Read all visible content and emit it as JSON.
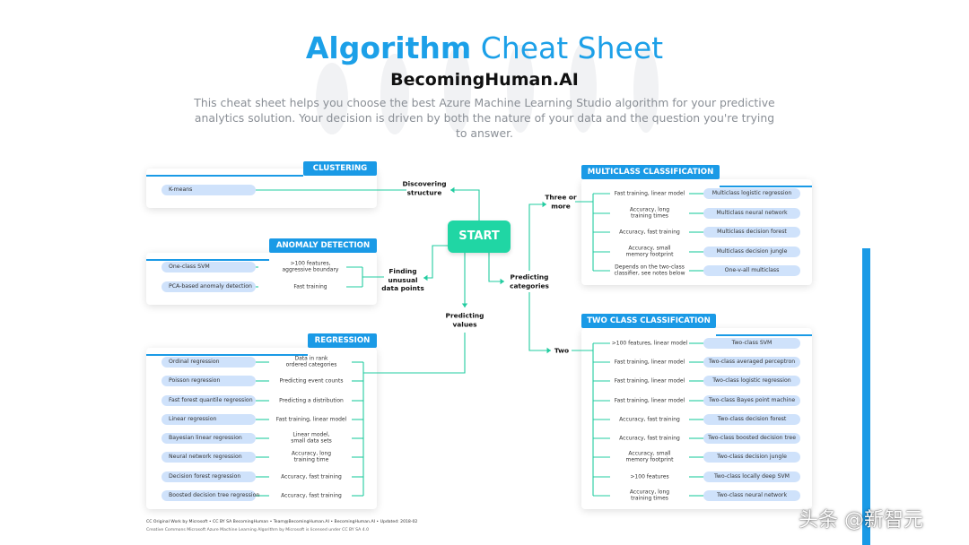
{
  "title_bold": "Algorithm",
  "title_light": " Cheat Sheet",
  "brand": "BecomingHuman.AI",
  "description": "This cheat sheet helps you choose the best Azure Machine Learning Studio algorithm for your predictive analytics solution. Your decision is driven by both the nature of your data and the question you're trying to answer.",
  "start_label": "START",
  "nodes": {
    "discovering": "Discovering\nstructure",
    "anomaly": "Finding\nunusual\ndata points",
    "values": "Predicting\nvalues",
    "categories": "Predicting\ncategories",
    "three": "Three or\nmore",
    "two": "Two"
  },
  "clustering": {
    "header": "CLUSTERING",
    "rows": [
      {
        "algo": "K-means",
        "cond": ""
      }
    ]
  },
  "anomaly_detection": {
    "header": "ANOMALY DETECTION",
    "rows": [
      {
        "algo": "One-class SVM",
        "cond": ">100 features,\naggressive boundary"
      },
      {
        "algo": "PCA-based anomaly detection",
        "cond": "Fast training"
      }
    ]
  },
  "regression": {
    "header": "REGRESSION",
    "rows": [
      {
        "algo": "Ordinal regression",
        "cond": "Data in rank\nordered categories"
      },
      {
        "algo": "Poisson regression",
        "cond": "Predicting event counts"
      },
      {
        "algo": "Fast forest quantile regression",
        "cond": "Predicting a distribution"
      },
      {
        "algo": "Linear regression",
        "cond": "Fast training, linear model"
      },
      {
        "algo": "Bayesian linear regression",
        "cond": "Linear model,\nsmall data sets"
      },
      {
        "algo": "Neural network regression",
        "cond": "Accuracy, long\ntraining time"
      },
      {
        "algo": "Decision forest regression",
        "cond": "Accuracy, fast training"
      },
      {
        "algo": "Boosted decision tree regression",
        "cond": "Accuracy, fast training"
      }
    ]
  },
  "multiclass": {
    "header": "MULTICLASS CLASSIFICATION",
    "rows": [
      {
        "cond": "Fast training, linear model",
        "algo": "Multiclass logistic regression"
      },
      {
        "cond": "Accuracy, long\ntraining times",
        "algo": "Multiclass neural network"
      },
      {
        "cond": "Accuracy, fast training",
        "algo": "Multiclass decision forest"
      },
      {
        "cond": "Accuracy, small\nmemory footprint",
        "algo": "Multiclass decision jungle"
      },
      {
        "cond": "Depends on the two-class\nclassifier, see notes below",
        "algo": "One-v-all multiclass"
      }
    ]
  },
  "twoclass": {
    "header": "TWO CLASS CLASSIFICATION",
    "rows": [
      {
        "cond": ">100 features, linear model",
        "algo": "Two-class SVM"
      },
      {
        "cond": "Fast training, linear model",
        "algo": "Two-class averaged perceptron"
      },
      {
        "cond": "Fast training, linear model",
        "algo": "Two-class logistic regression"
      },
      {
        "cond": "Fast training, linear model",
        "algo": "Two-class Bayes point machine"
      },
      {
        "cond": "Accuracy, fast training",
        "algo": "Two-class decision forest"
      },
      {
        "cond": "Accuracy, fast training",
        "algo": "Two-class boosted decision tree"
      },
      {
        "cond": "Accuracy, small\nmemory footprint",
        "algo": "Two-class decision jungle"
      },
      {
        "cond": ">100 features",
        "algo": "Two-class locally deep SVM"
      },
      {
        "cond": "Accuracy, long\ntraining times",
        "algo": "Two-class neural network"
      }
    ]
  },
  "footer_line1": "CC Original Work by Microsoft • CC BY SA BecomingHuman • Team@BecomingHuman.AI • BecomingHuman.AI • Updated: 2018-02",
  "footer_line2": "Creative Commons Microsoft Azure Machine Learning Algorithm by Microsoft is licensed under CC BY SA 4.0",
  "watermark": "头条 @新智元",
  "colors": {
    "accent": "#1a9ae6",
    "start": "#20d6a4",
    "pill": "#cfe2fb",
    "connector": "#22cca0"
  }
}
